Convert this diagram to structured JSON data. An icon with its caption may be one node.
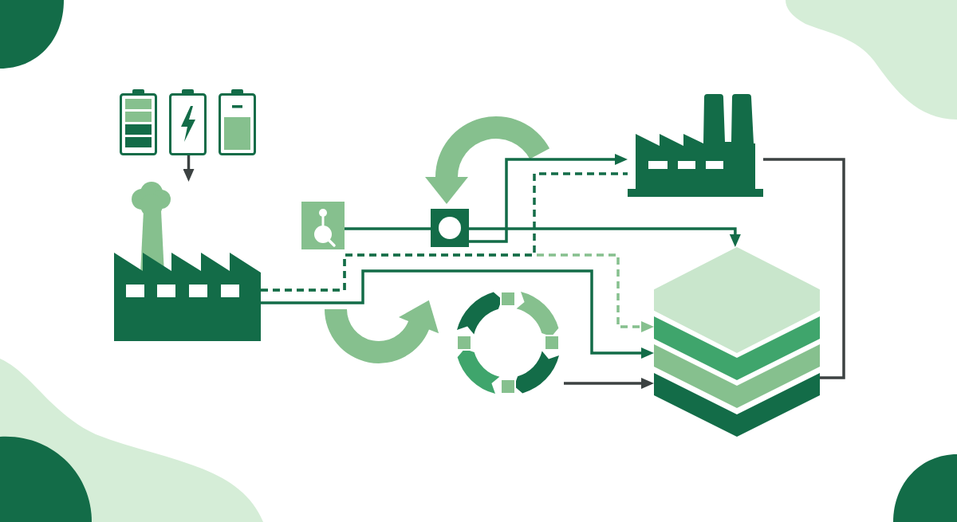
{
  "diagram": {
    "nodes": [
      {
        "text": [],
        "shape": "picture"
      },
      {
        "text": [],
        "shape": "picture"
      },
      {
        "text": [],
        "shape": "box"
      },
      {
        "text": [],
        "shape": "box"
      },
      {
        "text": [],
        "shape": "picture"
      },
      {
        "text": [],
        "shape": "circle"
      },
      {
        "text": [],
        "shape": "hexagon"
      },
      {
        "text": [],
        "shape": "chevron"
      },
      {
        "text": [],
        "shape": "chevron"
      },
      {
        "text": [],
        "shape": "chevron"
      }
    ],
    "edges": [
      {
        "from": 0,
        "to": 1,
        "arrow": "to",
        "color": "#3c4242"
      },
      {
        "from": 1,
        "to": 8,
        "arrow": "to"
      },
      {
        "from": 1,
        "to": 7,
        "arrow": "to",
        "style": "dashed",
        "color": "#86c08e"
      },
      {
        "from": 1,
        "to": 4,
        "arrow": "none",
        "style": "dashed"
      },
      {
        "from": 2,
        "to": 3,
        "arrow": "none"
      },
      {
        "from": 3,
        "to": 4,
        "arrow": "to"
      },
      {
        "from": 3,
        "to": 6,
        "arrow": "to"
      },
      {
        "from": 5,
        "to": 9,
        "arrow": "to",
        "color": "#3c4242"
      },
      {
        "from": 4,
        "to": 9,
        "arrow": "none",
        "color": "#3c4242"
      }
    ]
  }
}
